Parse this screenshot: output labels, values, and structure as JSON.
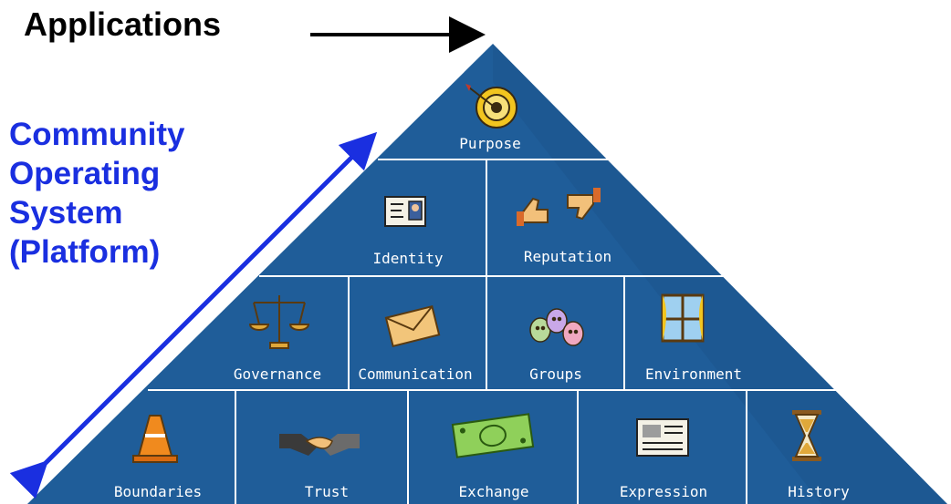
{
  "colors": {
    "pyramid": "#1f5d99",
    "pyramid_dark": "#174c80",
    "divider": "#ffffff",
    "apps_text": "#000000",
    "platform_text": "#1a2fe0",
    "apps_arrow": "#000000",
    "platform_arrow": "#1a2fe0"
  },
  "applications_label": "Applications",
  "platform_label": {
    "line1": "Community",
    "line2": "Operating",
    "line3": "System",
    "line4": "(Platform)"
  },
  "pyramid": {
    "rows": [
      [
        {
          "label": "Purpose",
          "icon": "target-icon"
        }
      ],
      [
        {
          "label": "Identity",
          "icon": "id-card-icon"
        },
        {
          "label": "Reputation",
          "icon": "thumbs-up-down-icon"
        }
      ],
      [
        {
          "label": "Governance",
          "icon": "scales-icon"
        },
        {
          "label": "Communication",
          "icon": "envelope-icon"
        },
        {
          "label": "Groups",
          "icon": "faces-icon"
        },
        {
          "label": "Environment",
          "icon": "window-icon"
        }
      ],
      [
        {
          "label": "Boundaries",
          "icon": "traffic-cone-icon"
        },
        {
          "label": "Trust",
          "icon": "handshake-icon"
        },
        {
          "label": "Exchange",
          "icon": "banknote-icon"
        },
        {
          "label": "Expression",
          "icon": "newspaper-icon"
        },
        {
          "label": "History",
          "icon": "hourglass-icon"
        }
      ]
    ]
  }
}
